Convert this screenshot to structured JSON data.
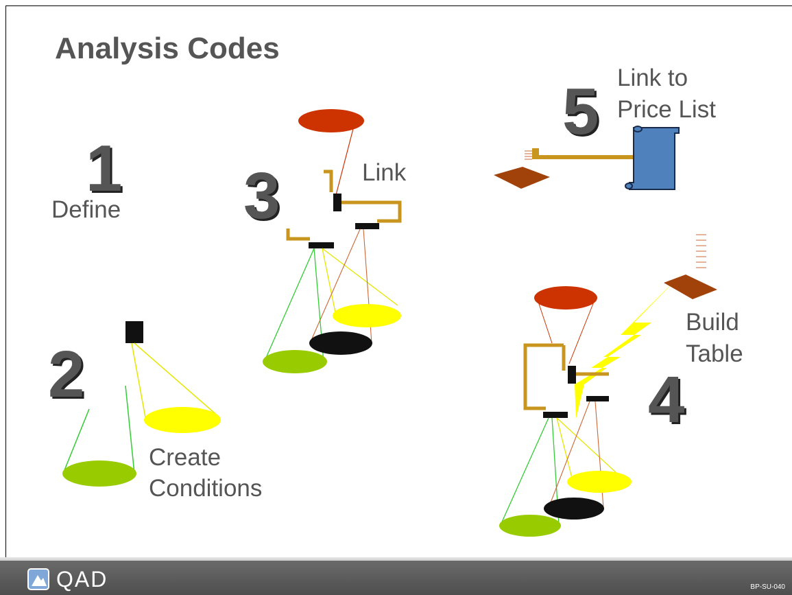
{
  "slide": {
    "title": "Analysis Codes",
    "footer_code": "BP-SU-040",
    "logo_text": "QAD"
  },
  "steps": [
    {
      "number": "1",
      "label": "Define"
    },
    {
      "number": "2",
      "label_line1": "Create",
      "label_line2": "Conditions"
    },
    {
      "number": "3",
      "label": "Link"
    },
    {
      "number": "4",
      "label_line1": "Build",
      "label_line2": "Table"
    },
    {
      "number": "5",
      "label_line1": "Link to",
      "label_line2": "Price List"
    }
  ],
  "colors": {
    "text": "#555555",
    "red_disc": "#cc3300",
    "yellow_disc": "#ffff00",
    "green_disc": "#99cc00",
    "black_disc": "#111111",
    "gold_bracket": "#c8961e",
    "scroll_blue": "#4f81bd",
    "footer": "#5a5a5a"
  }
}
